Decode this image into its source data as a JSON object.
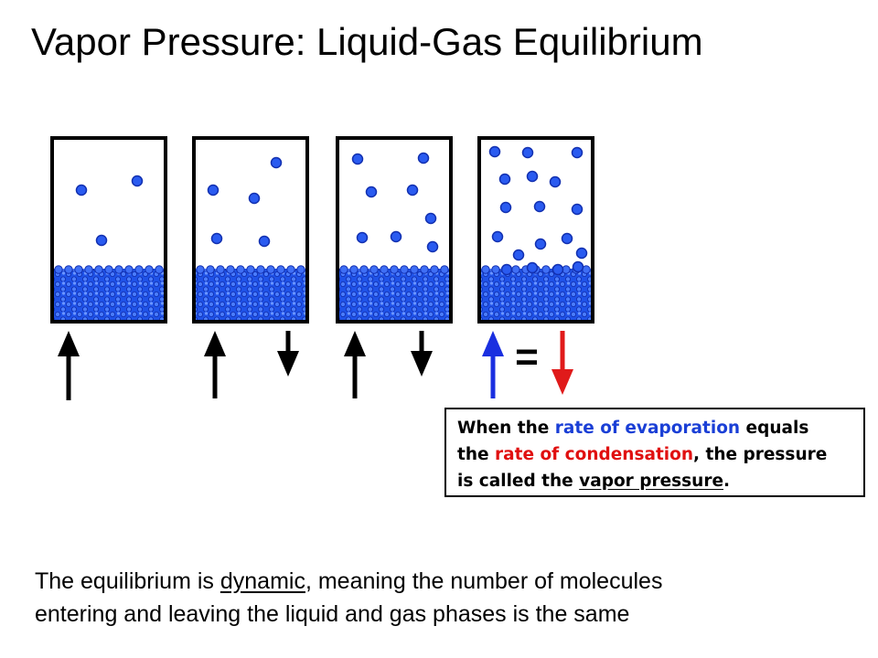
{
  "title": "Vapor Pressure: Liquid-Gas Equilibrium",
  "colors": {
    "molecule_fill": "#2a5bf0",
    "molecule_stroke": "#1230b0",
    "liquid": "#1f52e8",
    "frame": "#000000",
    "arrow_black": "#000000",
    "arrow_blue": "#1a2fe0",
    "arrow_red": "#e01a1a",
    "text_blue": "#1a3fd6",
    "text_red": "#e01010"
  },
  "containers": [
    {
      "gas_molecules": 3,
      "arrows": [
        "evaporation-black"
      ]
    },
    {
      "gas_molecules": 5,
      "arrows": [
        "evaporation-black",
        "condensation-black"
      ]
    },
    {
      "gas_molecules": 9,
      "arrows": [
        "evaporation-black",
        "condensation-black"
      ]
    },
    {
      "gas_molecules": 18,
      "arrows": [
        "evaporation-blue",
        "condensation-red"
      ]
    }
  ],
  "equals_sign": "=",
  "caption": {
    "l1_a": "When the ",
    "l1_b": "rate of evaporation",
    "l1_c": " equals",
    "l2_a": "the ",
    "l2_b": "rate of condensation",
    "l2_c": ", the pressure",
    "l3_a": "is called the ",
    "l3_b": "vapor pressure",
    "l3_c": "."
  },
  "footer": {
    "l1_a": "The equilibrium is ",
    "l1_b": "dynamic",
    "l1_c": ", meaning the number of molecules",
    "l2": "entering and leaving the liquid and gas phases is the same"
  }
}
